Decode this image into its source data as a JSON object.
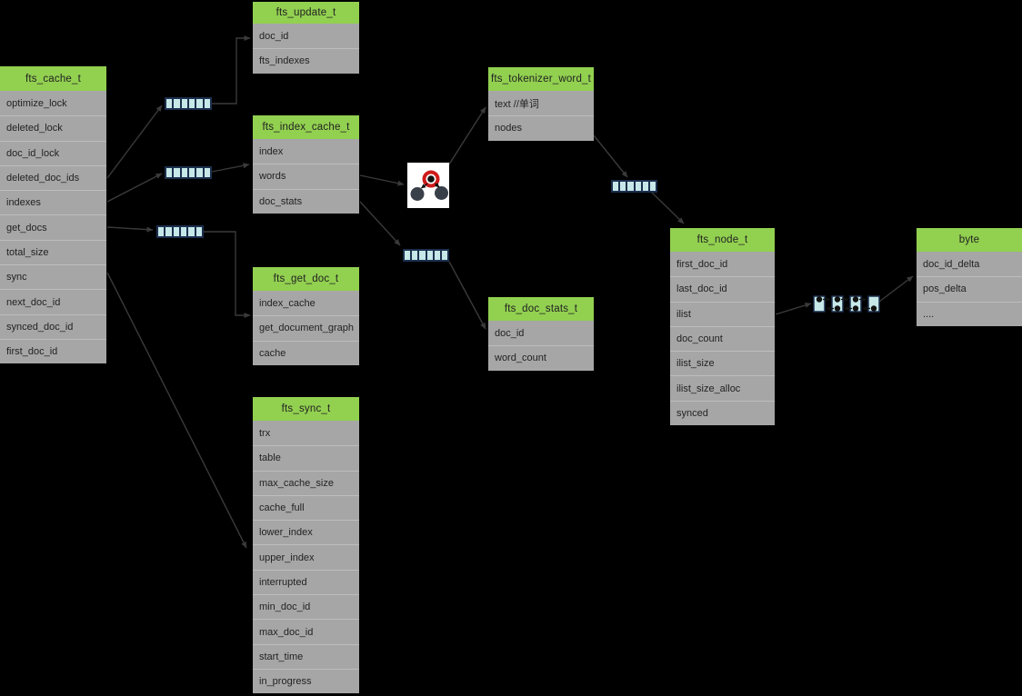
{
  "diagram": {
    "background": "#000000",
    "colors": {
      "header_green": "#92d050",
      "row_gray": "#a6a6a6",
      "row_divider": "#bdbdbd",
      "text": "#222222",
      "vector_fill": "#c6e8e8",
      "vector_border": "#1c2f4e",
      "connector": "#3a3a3a",
      "rbtree_red": "#cf1b1b",
      "rbtree_node_dark": "#3a4049",
      "rbtree_bg": "#ffffff",
      "list_dot": "#111111"
    },
    "tables": [
      {
        "id": "fts_cache_t",
        "title": "fts_cache_t",
        "fields": [
          "optimize_lock",
          "deleted_lock",
          "doc_id_lock",
          "deleted_doc_ids",
          "indexes",
          "get_docs",
          "total_size",
          "sync",
          "next_doc_id",
          "synced_doc_id",
          "first_doc_id"
        ]
      },
      {
        "id": "fts_update_t",
        "title": "fts_update_t",
        "fields": [
          "doc_id",
          "fts_indexes"
        ]
      },
      {
        "id": "fts_index_cache_t",
        "title": "fts_index_cache_t",
        "fields": [
          "index",
          "words",
          "doc_stats"
        ]
      },
      {
        "id": "fts_tokenizer_word_t",
        "title": "fts_tokenizer_word_t",
        "fields": [
          "text //单词",
          "nodes"
        ]
      },
      {
        "id": "fts_get_doc_t",
        "title": "fts_get_doc_t",
        "fields": [
          "index_cache",
          "get_document_graph",
          "cache"
        ]
      },
      {
        "id": "fts_doc_stats_t",
        "title": "fts_doc_stats_t",
        "fields": [
          "doc_id",
          "word_count"
        ]
      },
      {
        "id": "fts_sync_t",
        "title": "fts_sync_t",
        "fields": [
          "trx",
          "table",
          "max_cache_size",
          "cache_full",
          "lower_index",
          "upper_index",
          "interrupted",
          "min_doc_id",
          "max_doc_id",
          "start_time",
          "in_progress"
        ]
      },
      {
        "id": "fts_node_t",
        "title": "fts_node_t",
        "fields": [
          "first_doc_id",
          "last_doc_id",
          "ilist",
          "doc_count",
          "ilist_size",
          "ilist_size_alloc",
          "synced"
        ]
      },
      {
        "id": "byte",
        "title": "byte",
        "fields": [
          "doc_id_delta",
          "pos_delta",
          "...."
        ]
      }
    ],
    "vectors": [
      {
        "id": "deleted-doc-ids-vector",
        "cells": 6
      },
      {
        "id": "indexes-vector",
        "cells": 6
      },
      {
        "id": "get-docs-vector",
        "cells": 6
      },
      {
        "id": "doc-stats-vector",
        "cells": 6
      },
      {
        "id": "nodes-vector",
        "cells": 6
      }
    ],
    "icons": {
      "rbtree": "red-black-tree-icon",
      "ilist": "doubly-linked-list-icon"
    }
  }
}
